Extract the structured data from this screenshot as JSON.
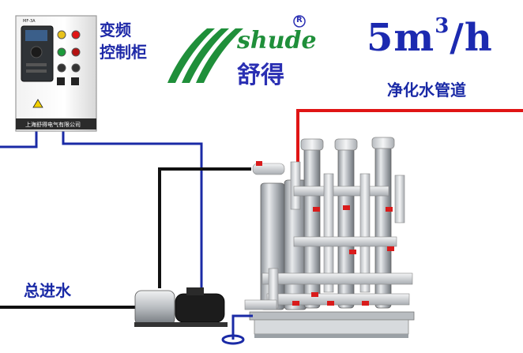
{
  "control_cabinet": {
    "label_line1": "变频",
    "label_line2": "控制柜",
    "nameplate": "上海舒得电气有限公司",
    "panel_tag": "MF-3A"
  },
  "brand": {
    "logo_text": "shude",
    "name_cn": "舒得",
    "registered_mark": "R"
  },
  "capacity": {
    "value": "5m",
    "exponent": "3",
    "unit": "/h"
  },
  "labels": {
    "clean_water_pipe": "净化水管道",
    "main_inlet": "总进水"
  },
  "colors": {
    "label_blue": "#1c2ab0",
    "brand_green": "#1f8f3a",
    "outlet_pipe": "#e01515",
    "signal_wire": "#1a2aa6",
    "inlet_pipe": "#111111"
  }
}
